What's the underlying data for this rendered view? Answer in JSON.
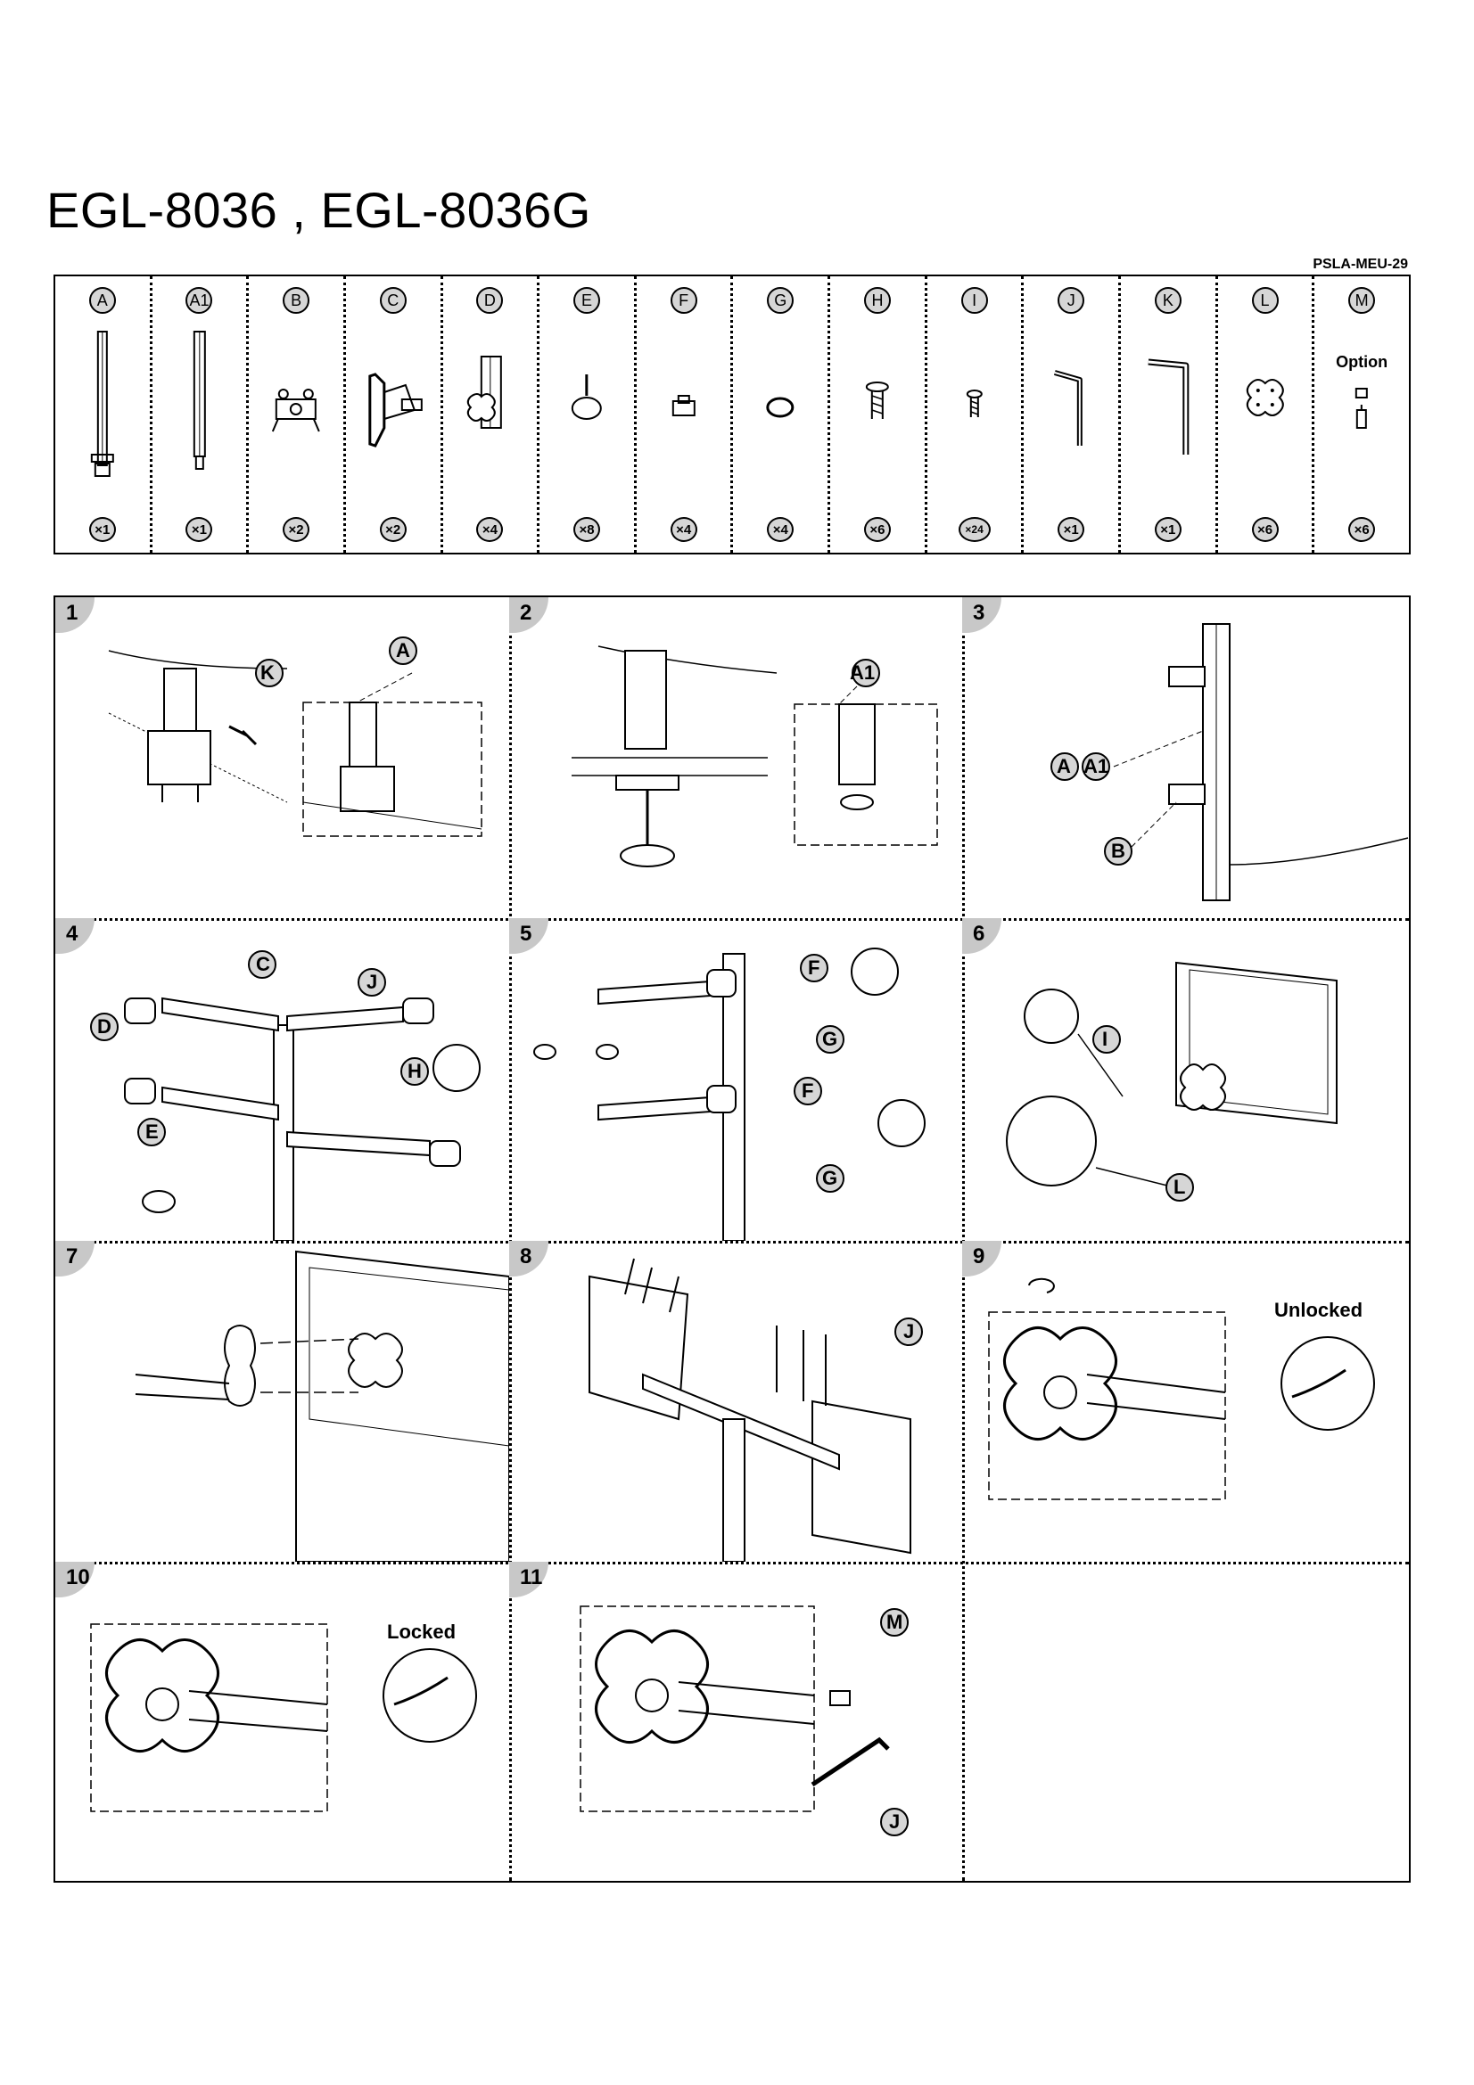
{
  "title": "EGL-8036 , EGL-8036G",
  "doc_code": "PSLA-MEU-29",
  "parts": [
    {
      "id": "A",
      "qty": "×1",
      "icon": "pole-icon"
    },
    {
      "id": "A1",
      "qty": "×1",
      "icon": "pole-short-icon"
    },
    {
      "id": "B",
      "qty": "×2",
      "icon": "clamp-joint-icon"
    },
    {
      "id": "C",
      "qty": "×2",
      "icon": "arm-plate-icon"
    },
    {
      "id": "D",
      "qty": "×4",
      "icon": "vesa-bracket-icon"
    },
    {
      "id": "E",
      "qty": "×8",
      "icon": "thumb-screw-icon"
    },
    {
      "id": "F",
      "qty": "×4",
      "icon": "cable-clip-icon"
    },
    {
      "id": "G",
      "qty": "×4",
      "icon": "cable-ring-icon"
    },
    {
      "id": "H",
      "qty": "×6",
      "icon": "bolt-icon"
    },
    {
      "id": "I",
      "qty": "×24",
      "icon": "screw-icon"
    },
    {
      "id": "J",
      "qty": "×1",
      "icon": "allen-key-small-icon"
    },
    {
      "id": "K",
      "qty": "×1",
      "icon": "allen-key-large-icon"
    },
    {
      "id": "L",
      "qty": "×6",
      "icon": "vesa-plate-icon"
    },
    {
      "id": "M",
      "qty": "×6",
      "icon": "spacer-icon",
      "note": "Option"
    }
  ],
  "steps": [
    {
      "number": "1",
      "callouts": [
        "K",
        "A"
      ]
    },
    {
      "number": "2",
      "callouts": [
        "A1"
      ]
    },
    {
      "number": "3",
      "callouts": [
        "A",
        "A1",
        "B"
      ]
    },
    {
      "number": "4",
      "callouts": [
        "C",
        "J",
        "D",
        "H",
        "E"
      ]
    },
    {
      "number": "5",
      "callouts": [
        "F",
        "G",
        "F",
        "G"
      ]
    },
    {
      "number": "6",
      "callouts": [
        "I",
        "L"
      ]
    },
    {
      "number": "7",
      "callouts": []
    },
    {
      "number": "8",
      "callouts": [
        "J"
      ]
    },
    {
      "number": "9",
      "callouts": [],
      "caption": "Unlocked"
    },
    {
      "number": "10",
      "callouts": [],
      "caption": "Locked"
    },
    {
      "number": "11",
      "callouts": [
        "M",
        "J"
      ]
    }
  ]
}
